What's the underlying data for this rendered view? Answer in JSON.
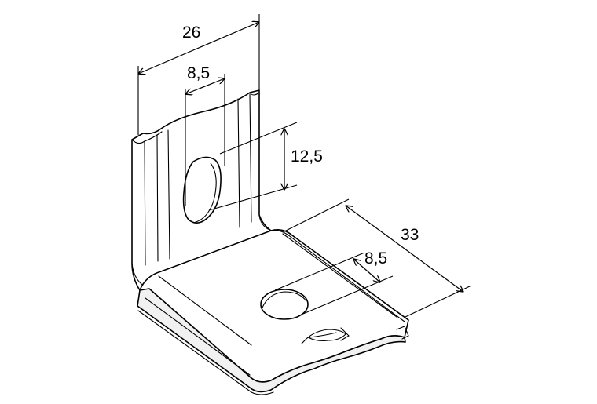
{
  "dimensions": {
    "width_total": "26",
    "hole_width_vertical": "8,5",
    "hole_height": "12,5",
    "length_base": "33",
    "hole_width_base": "8,5"
  },
  "symbols": [
    "fish-logo-icon"
  ]
}
